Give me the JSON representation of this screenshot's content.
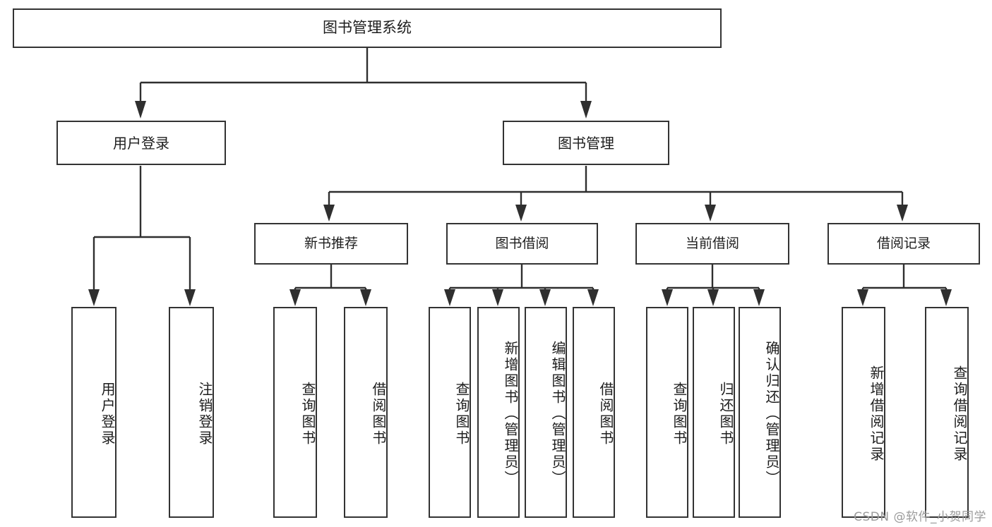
{
  "diagram": {
    "title": "图书管理系统",
    "type": "tree-hierarchy",
    "orientation": "top-down",
    "colors": {
      "background": "#ffffff",
      "box_border": "#333333",
      "box_fill": "#ffffff",
      "connector": "#2f2f2f",
      "text": "#1d1d1d",
      "watermark": "#9b9b9b"
    },
    "root": {
      "label": "图书管理系统"
    },
    "level2": [
      {
        "id": "user-login",
        "label": "用户登录"
      },
      {
        "id": "book-management",
        "label": "图书管理"
      }
    ],
    "level3": [
      {
        "id": "new-book-recommend",
        "label": "新书推荐"
      },
      {
        "id": "book-borrow",
        "label": "图书借阅"
      },
      {
        "id": "current-borrow",
        "label": "当前借阅"
      },
      {
        "id": "borrow-record",
        "label": "借阅记录"
      }
    ],
    "leaves": {
      "user_login": [
        {
          "id": "user-login-leaf",
          "label": "用户登录"
        },
        {
          "id": "logout-leaf",
          "label": "注销登录"
        }
      ],
      "new_book_recommend": [
        {
          "id": "query-book-1",
          "label": "查询图书"
        },
        {
          "id": "borrow-book-1",
          "label": "借阅图书"
        }
      ],
      "book_borrow": [
        {
          "id": "query-book-2",
          "label": "查询图书"
        },
        {
          "id": "add-book",
          "label": "新增图书（管理员）"
        },
        {
          "id": "edit-book",
          "label": "编辑图书（管理员）"
        },
        {
          "id": "borrow-book-2",
          "label": "借阅图书"
        }
      ],
      "current_borrow": [
        {
          "id": "query-book-3",
          "label": "查询图书"
        },
        {
          "id": "return-book",
          "label": "归还图书"
        },
        {
          "id": "confirm-return",
          "label": "确认归还（管理员）"
        }
      ],
      "borrow_record": [
        {
          "id": "add-borrow-record",
          "label": "新增借阅记录"
        },
        {
          "id": "query-borrow-record",
          "label": "查询借阅记录"
        }
      ]
    }
  },
  "watermark": {
    "text": "CSDN @软件_小贺同学"
  }
}
